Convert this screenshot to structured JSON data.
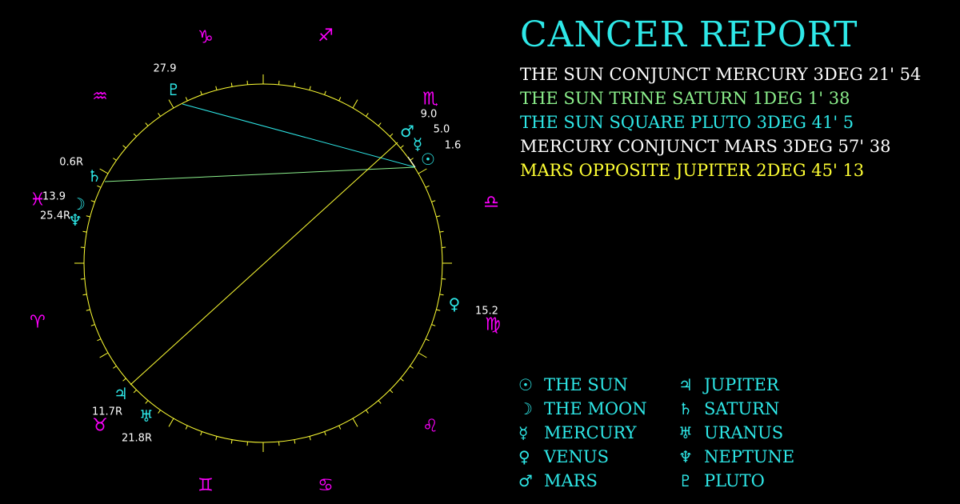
{
  "title": "CANCER REPORT",
  "colors": {
    "zodiac": "#ff00ff",
    "planet": "#2ee8e8",
    "ring": "#ffff33",
    "label": "#ffffff"
  },
  "aspects": [
    {
      "text": "THE SUN CONJUNCT MERCURY 3DEG 21' 54",
      "color": "#ffffff"
    },
    {
      "text": "THE SUN TRINE SATURN 1DEG 1' 38",
      "color": "#8cf08c"
    },
    {
      "text": "THE SUN SQUARE PLUTO 3DEG 41' 5",
      "color": "#2ee8e8"
    },
    {
      "text": "MERCURY CONJUNCT MARS 3DEG 57' 38",
      "color": "#ffffff"
    },
    {
      "text": "MARS OPPOSITE JUPITER 2DEG 45' 13",
      "color": "#ffff33"
    }
  ],
  "legend": [
    {
      "glyph": "☉",
      "label": "THE SUN"
    },
    {
      "glyph": "☽",
      "label": "THE MOON"
    },
    {
      "glyph": "☿",
      "label": "MERCURY"
    },
    {
      "glyph": "♀",
      "label": "VENUS"
    },
    {
      "glyph": "♂",
      "label": "MARS"
    },
    {
      "glyph": "♃",
      "label": "JUPITER"
    },
    {
      "glyph": "♄",
      "label": "SATURN"
    },
    {
      "glyph": "♅",
      "label": "URANUS"
    },
    {
      "glyph": "♆",
      "label": "NEPTUNE"
    },
    {
      "glyph": "♇",
      "label": "PLUTO"
    }
  ],
  "zodiac": [
    {
      "name": "capricorn",
      "glyph": "♑"
    },
    {
      "name": "sagittarius",
      "glyph": "♐"
    },
    {
      "name": "scorpio",
      "glyph": "♏"
    },
    {
      "name": "libra",
      "glyph": "♎"
    },
    {
      "name": "virgo",
      "glyph": "♍"
    },
    {
      "name": "leo",
      "glyph": "♌"
    },
    {
      "name": "cancer",
      "glyph": "♋"
    },
    {
      "name": "gemini",
      "glyph": "♊"
    },
    {
      "name": "taurus",
      "glyph": "♉"
    },
    {
      "name": "aries",
      "glyph": "♈"
    },
    {
      "name": "pisces",
      "glyph": "♓"
    },
    {
      "name": "aquarius",
      "glyph": "♒"
    }
  ],
  "planets": [
    {
      "name": "pluto",
      "glyph": "♇",
      "degree": "27.9"
    },
    {
      "name": "mars",
      "glyph": "♂",
      "degree": "9.0"
    },
    {
      "name": "mercury",
      "glyph": "☿",
      "degree": "5.0"
    },
    {
      "name": "sun",
      "glyph": "☉",
      "degree": "1.6"
    },
    {
      "name": "saturn",
      "glyph": "♄",
      "degree": "0.6R"
    },
    {
      "name": "moon",
      "glyph": "☽",
      "degree": "13.9"
    },
    {
      "name": "neptune",
      "glyph": "♆",
      "degree": "25.4R"
    },
    {
      "name": "venus",
      "glyph": "♀",
      "degree": "15.2"
    },
    {
      "name": "jupiter",
      "glyph": "♃",
      "degree": "11.7R"
    },
    {
      "name": "uranus",
      "glyph": "♅",
      "degree": "21.8R"
    }
  ],
  "aspect_lines": [
    {
      "from": "sun",
      "to": "pluto",
      "color": "#2ee8e8"
    },
    {
      "from": "sun",
      "to": "saturn",
      "color": "#8cf08c"
    },
    {
      "from": "mars",
      "to": "jupiter",
      "color": "#ffff33"
    },
    {
      "from": "sun",
      "to": "mercury",
      "color": "#ffffff"
    }
  ]
}
